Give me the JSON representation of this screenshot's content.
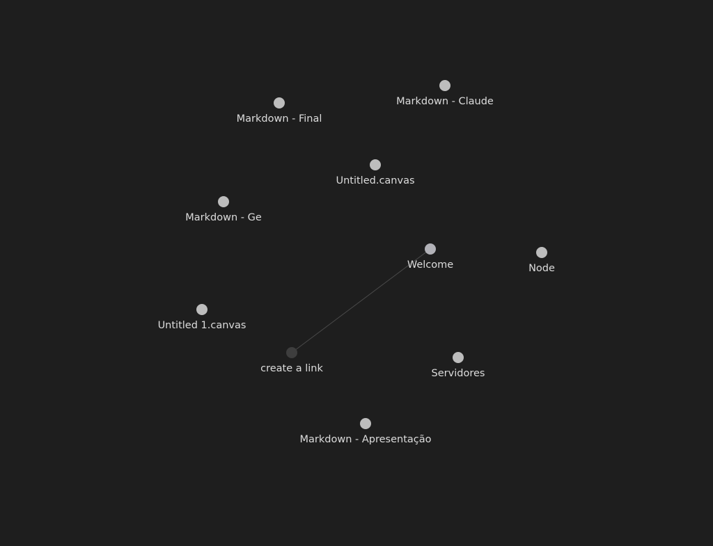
{
  "graph": {
    "colors": {
      "background": "#1e1e1e",
      "node": "#bdbdbd",
      "node_unresolved": "#3e3e3e",
      "link": "#4a4a4a",
      "label": "#dcdcdc"
    },
    "nodes": [
      {
        "id": "markdown-claude",
        "label": "Markdown - Claude"
      },
      {
        "id": "markdown-final",
        "label": "Markdown - Final"
      },
      {
        "id": "untitled-canvas",
        "label": "Untitled.canvas"
      },
      {
        "id": "markdown-ge",
        "label": "Markdown - Ge"
      },
      {
        "id": "welcome",
        "label": "Welcome"
      },
      {
        "id": "node",
        "label": "Node"
      },
      {
        "id": "untitled-1-canvas",
        "label": "Untitled 1.canvas"
      },
      {
        "id": "create-a-link",
        "label": "create a link"
      },
      {
        "id": "servidores",
        "label": "Servidores"
      },
      {
        "id": "markdown-apresentacao",
        "label": "Markdown - Apresentação"
      }
    ],
    "links": [
      {
        "source": "welcome",
        "target": "create-a-link"
      }
    ]
  }
}
